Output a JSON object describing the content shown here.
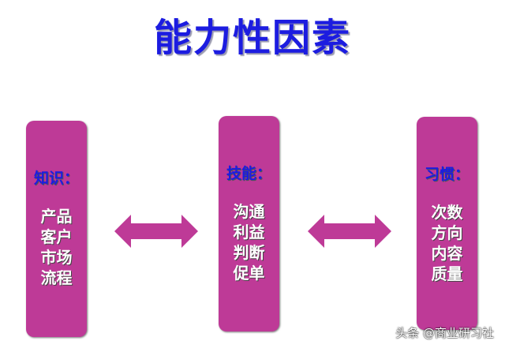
{
  "title": "能力性因素",
  "boxes": [
    {
      "heading": "知识：",
      "items": [
        "产品",
        "客户",
        "市场",
        "流程"
      ]
    },
    {
      "heading": "技能：",
      "items": [
        "沟通",
        "利益",
        "判断",
        "促单"
      ]
    },
    {
      "heading": "习惯：",
      "items": [
        "次数",
        "方向",
        "内容",
        "质量"
      ]
    }
  ],
  "colors": {
    "box": "#be3a97",
    "title": "#1c1ce0"
  },
  "watermark": "头条 @商业研习社"
}
